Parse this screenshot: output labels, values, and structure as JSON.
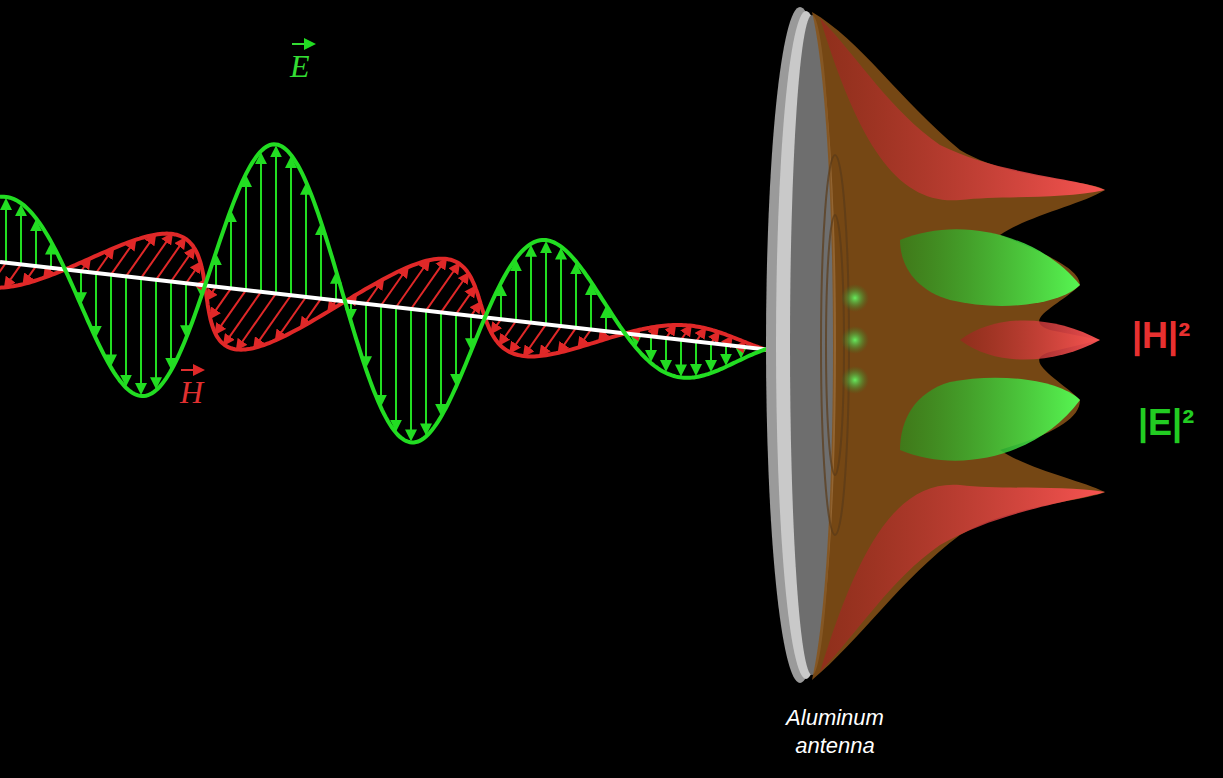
{
  "diagram": {
    "labels": [
      "E",
      "H",
      "|H|²",
      "|E|²",
      "Aluminum antenna"
    ]
  }
}
